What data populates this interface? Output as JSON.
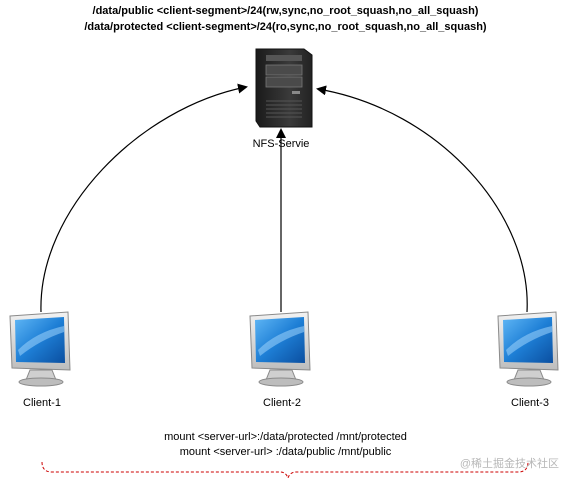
{
  "exports": [
    "/data/public <client-segment>/24(rw,sync,no_root_squash,no_all_squash)",
    "/data/protected <client-segment>/24(ro,sync,no_root_squash,no_all_squash)"
  ],
  "server": {
    "label": "NFS-Servie",
    "icon": "server-tower-icon"
  },
  "clients": [
    {
      "label": "Client-1",
      "icon": "desktop-monitor-icon"
    },
    {
      "label": "Client-2",
      "icon": "desktop-monitor-icon"
    },
    {
      "label": "Client-3",
      "icon": "desktop-monitor-icon"
    }
  ],
  "mount_commands": [
    "mount <server-url>:/data/protected /mnt/protected",
    "mount <server-url> :/data/public /mnt/public"
  ],
  "watermark": "@稀土掘金技术社区",
  "colors": {
    "connector": "#000000",
    "bracket": "#cc0000",
    "screen": "#1e7fd6",
    "server_body": "#2b2b2b"
  }
}
